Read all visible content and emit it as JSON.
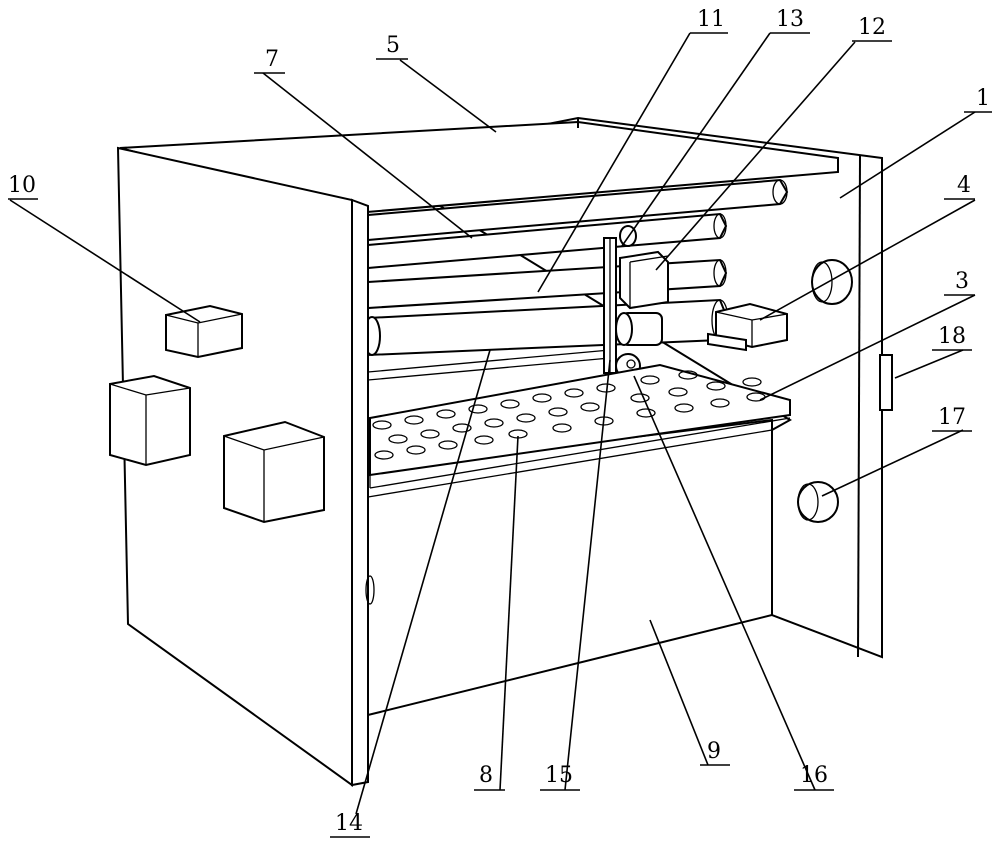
{
  "labels": {
    "l1": "1",
    "l3": "3",
    "l4": "4",
    "l5": "5",
    "l7": "7",
    "l8": "8",
    "l9": "9",
    "l10": "10",
    "l11": "11",
    "l12": "12",
    "l13": "13",
    "l14": "14",
    "l15": "15",
    "l16": "16",
    "l17": "17",
    "l18": "18"
  },
  "colors": {
    "line": "#000000",
    "background": "#ffffff"
  }
}
